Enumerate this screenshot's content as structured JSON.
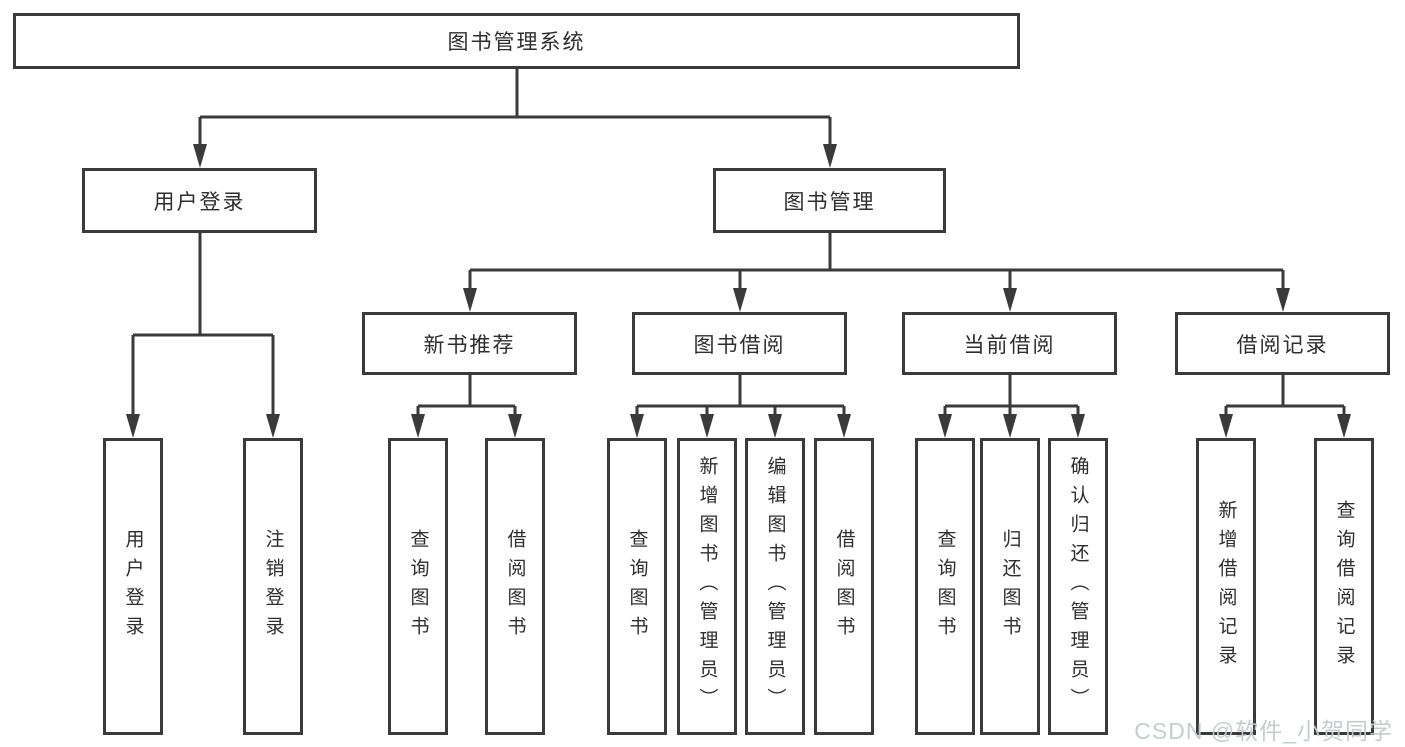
{
  "diagram": {
    "root": {
      "label": "图书管理系统"
    },
    "branches": [
      {
        "label": "用户登录",
        "children": [
          {
            "label": "用户登录"
          },
          {
            "label": "注销登录"
          }
        ]
      },
      {
        "label": "图书管理",
        "children": [
          {
            "label": "新书推荐",
            "children": [
              {
                "label": "查询图书"
              },
              {
                "label": "借阅图书"
              }
            ]
          },
          {
            "label": "图书借阅",
            "children": [
              {
                "label": "查询图书"
              },
              {
                "label": "新增图书（管理员）"
              },
              {
                "label": "编辑图书（管理员）"
              },
              {
                "label": "借阅图书"
              }
            ]
          },
          {
            "label": "当前借阅",
            "children": [
              {
                "label": "查询图书"
              },
              {
                "label": "归还图书"
              },
              {
                "label": "确认归还（管理员）"
              }
            ]
          },
          {
            "label": "借阅记录",
            "children": [
              {
                "label": "新增借阅记录"
              },
              {
                "label": "查询借阅记录"
              }
            ]
          }
        ]
      }
    ]
  },
  "watermark": {
    "text": "CSDN @软件_小贺同学",
    "color": "#c4cacd"
  },
  "colors": {
    "line": "#3a3a3a",
    "box_border": "#3a3a3a",
    "box_fill": "#ffffff",
    "text": "#2e2e2e"
  }
}
